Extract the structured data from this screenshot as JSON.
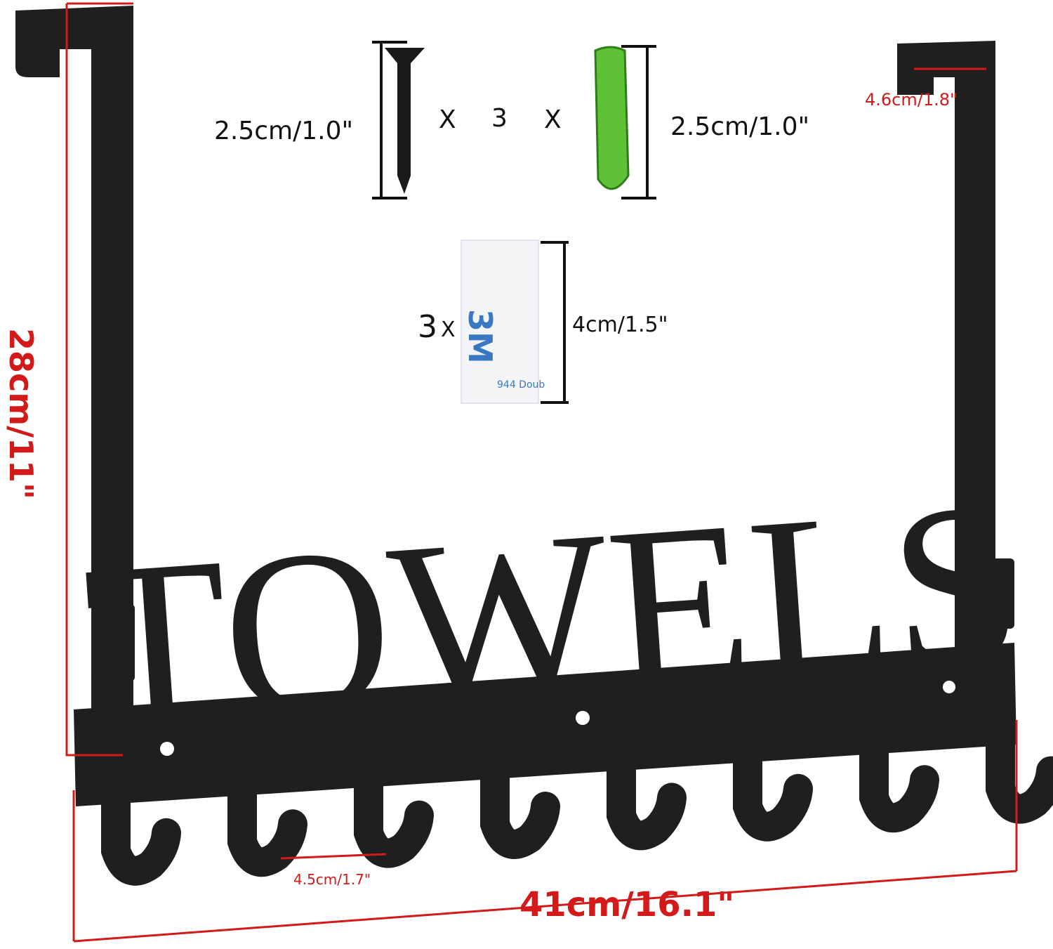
{
  "product": {
    "word": "TOWELS",
    "hook_count": 8,
    "colors": {
      "metal": "#1f1f1f",
      "dimension": "#d21a1a",
      "anchor": "#5fc236",
      "tape": "#f2f4f6"
    }
  },
  "accessories": {
    "screw_size": "2.5cm/1.0\"",
    "anchor_size": "2.5cm/1.0\"",
    "x1": "X",
    "qty": "3",
    "x2": "X",
    "tape_qty": "3",
    "tape_x": "X",
    "tape_size": "4cm/1.5\"",
    "tape_brand": "3M",
    "tape_print": "944 Doub"
  },
  "dimensions": {
    "height": "28cm/11\"",
    "width": "41cm/16.1\"",
    "hook_spacing": "4.5cm/1.7\"",
    "door_gap": "4.6cm/1.8\""
  }
}
